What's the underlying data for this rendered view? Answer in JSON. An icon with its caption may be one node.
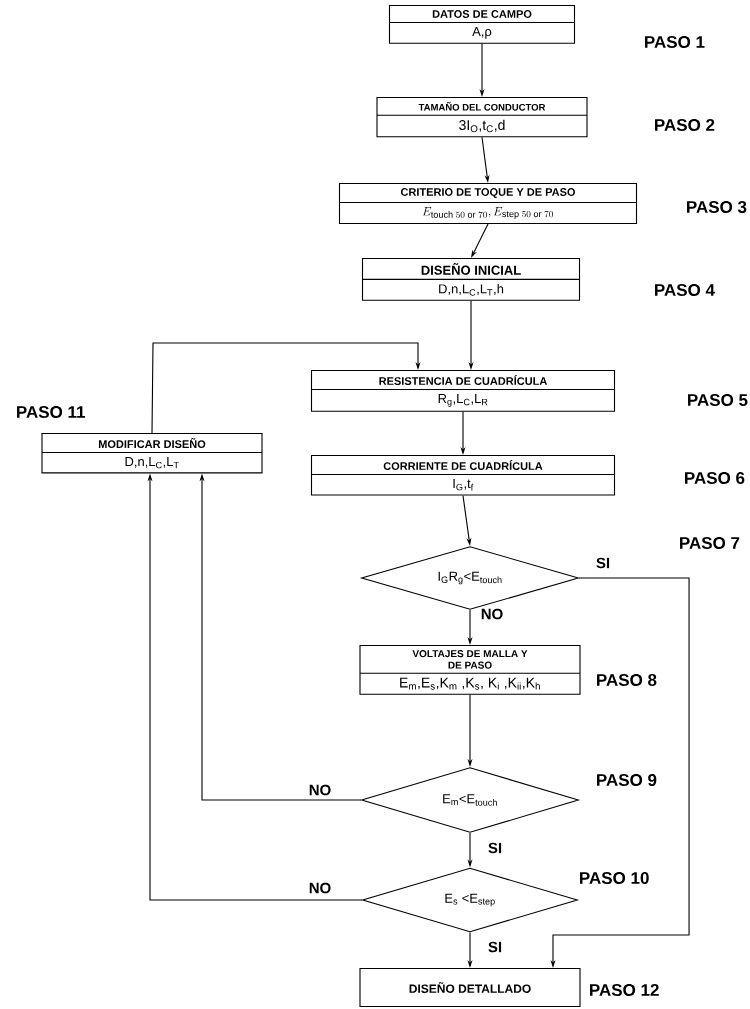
{
  "diagram": {
    "nodes": [
      {
        "text": [
          "DATOS DE CAMPO",
          "A,ρ"
        ]
      },
      {
        "text": [
          "TAMAÑO DEL CONDUCTOR",
          "3I$_{O}$,t$_{C}$,d"
        ]
      },
      {
        "text": [
          "CRITERIO DE TOQUE Y DE PASO",
          "E_{\\mathrm{touch}\\;50\\;\\mathrm{or}\\;70},E_{\\mathrm{step}\\;50\\;\\mathrm{or}\\;70}"
        ]
      },
      {
        "text": [
          "DISEÑO INICIAL",
          "D,n,L$_{C}$,L$_{T}$,h"
        ]
      },
      {
        "text": [
          "RESISTENCIA DE CUADRÍCULA",
          "R$_{g}$,L$_{C}$,L$_{R}$"
        ]
      },
      {
        "text": [
          "MODIFICAR DISEÑO",
          "D,n,L$_{C}$,L$_{T}$"
        ]
      },
      {
        "text": [
          "CORRIENTE DE CUADRÍCULA",
          "I$_{G}$,t$_{f}$"
        ]
      },
      {
        "text": [
          "I$_{G}$R$_{g}$<E$_{touch}$"
        ]
      },
      {
        "text": [
          "VOLTAJES DE MALLA Y DE PASO",
          "E$_{m}$,E$_{s}$,K$_{m}$ ,K$_{s}$, K$_{i}$ ,K$_{ii}$,K$_{h}$"
        ]
      },
      {
        "text": [
          "E$_{m}$<E$_{touch}$"
        ]
      },
      {
        "text": [
          "E$_{s}$ <E$_{step}$"
        ]
      },
      {
        "text": [
          "DISEÑO DETALLADO"
        ]
      }
    ],
    "edges": [
      {
        "from": 0,
        "to": 1,
        "arrow": "to"
      },
      {
        "from": 1,
        "to": 2,
        "arrow": "to"
      },
      {
        "from": 2,
        "to": 3,
        "arrow": "to"
      },
      {
        "from": 3,
        "to": 4,
        "arrow": "to"
      },
      {
        "from": 5,
        "to": 4,
        "arrow": "to"
      },
      {
        "from": 4,
        "to": 6,
        "arrow": "to"
      },
      {
        "from": 6,
        "to": 7,
        "arrow": "to"
      },
      {
        "from": 7,
        "to": 11,
        "arrow": "to",
        "label": "SI"
      },
      {
        "from": 7,
        "to": 8,
        "arrow": "to",
        "label": "NO"
      },
      {
        "from": 8,
        "to": 9,
        "arrow": "to"
      },
      {
        "from": 9,
        "to": 5,
        "arrow": "to",
        "label": "NO"
      },
      {
        "from": 9,
        "to": 10,
        "arrow": "to",
        "label": "SI"
      },
      {
        "from": 10,
        "to": 5,
        "arrow": "to",
        "label": "NO"
      },
      {
        "from": 10,
        "to": 11,
        "arrow": "to",
        "label": "SI"
      }
    ],
    "labels": [
      "PASO 1",
      "PASO 2",
      "PASO 3",
      "PASO 4",
      "PASO 5",
      "PASO 11",
      "PASO 6",
      "PASO 7",
      "PASO 8",
      "PASO 9",
      "PASO 10",
      "PASO 12"
    ]
  }
}
